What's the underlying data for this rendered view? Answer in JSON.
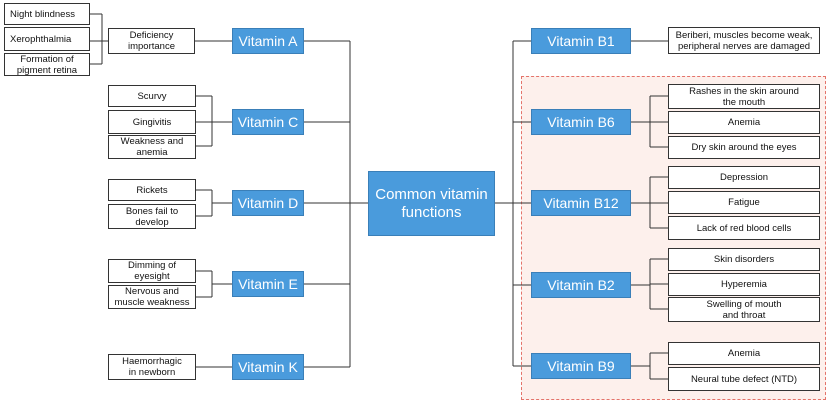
{
  "center": {
    "label": "Common vitamin\nfunctions"
  },
  "vitamins": {
    "a": {
      "label": "Vitamin A"
    },
    "c": {
      "label": "Vitamin C"
    },
    "d": {
      "label": "Vitamin D"
    },
    "e": {
      "label": "Vitamin E"
    },
    "k": {
      "label": "Vitamin K"
    },
    "b1": {
      "label": "Vitamin B1"
    },
    "b6": {
      "label": "Vitamin B6"
    },
    "b12": {
      "label": "Vitamin B12"
    },
    "b2": {
      "label": "Vitamin B2"
    },
    "b9": {
      "label": "Vitamin B9"
    }
  },
  "leaves": {
    "a_mid": "Deficiency\nimportance",
    "a_sub": [
      "Night blindness",
      "Xerophthalmia",
      "Formation of\npigment  retina"
    ],
    "c": [
      "Scurvy",
      "Gingivitis",
      "Weakness and\nanemia"
    ],
    "d": [
      "Rickets",
      "Bones fail to\ndevelop"
    ],
    "e": [
      "Dimming of\neyesight",
      "Nervous and\nmuscle weakness"
    ],
    "k": [
      "Haemorrhagic\nin newborn"
    ],
    "b1": [
      "Beriberi, muscles become weak,\nperipheral nerves are damaged"
    ],
    "b6": [
      "Rashes in the skin around\nthe mouth",
      "Anemia",
      "Dry skin around the eyes"
    ],
    "b12": [
      "Depression",
      "Fatigue",
      "Lack of red blood cells"
    ],
    "b2": [
      "Skin disorders",
      "Hyperemia",
      "Swelling of mouth\nand throat"
    ],
    "b9": [
      "Anemia",
      "Neural tube defect (NTD)"
    ]
  },
  "colors": {
    "node_fill": "#4a9bdc",
    "highlight_fill": "#fdf0ec",
    "highlight_border": "#e4736a"
  }
}
